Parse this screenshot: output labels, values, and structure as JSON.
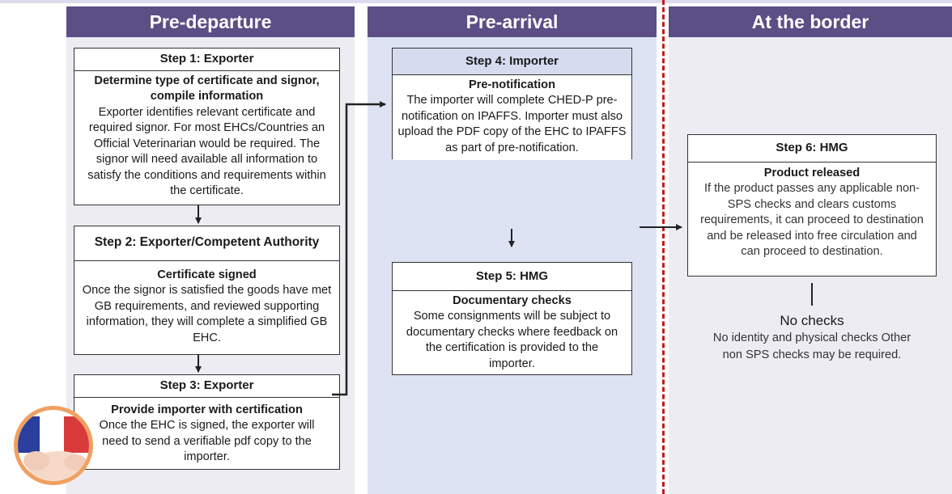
{
  "columns": {
    "pre_departure": "Pre-departure",
    "pre_arrival": "Pre-arrival",
    "at_border": "At the border"
  },
  "steps": {
    "step1": {
      "title": "Step 1: Exporter",
      "subhead": "Determine type of certificate and signor, compile information",
      "text": "Exporter identifies relevant certificate and required signor. For most EHCs/Countries an Official Veterinarian would be required. The signor will need available all information to satisfy the conditions and requirements within the certificate."
    },
    "step2": {
      "title": "Step 2: Exporter/Competent Authority",
      "subhead": "Certificate signed",
      "text": "Once the signor is satisfied the goods have met GB requirements, and reviewed supporting information, they will complete a simplified GB EHC."
    },
    "step3": {
      "title": "Step 3: Exporter",
      "subhead": "Provide importer with certification",
      "text": "Once the EHC is signed, the exporter will need to send a verifiable pdf copy to the importer."
    },
    "step4": {
      "title": "Step 4: Importer",
      "subhead": "Pre-notification",
      "text": "The importer will complete CHED-P pre-notification on IPAFFS. Importer must also upload the PDF copy of the EHC to IPAFFS as part of pre-notification."
    },
    "step5": {
      "title": "Step 5: HMG",
      "subhead": "Documentary checks",
      "text": "Some consignments will be subject to documentary checks where feedback on the certification is provided to the importer."
    },
    "step6": {
      "title": "Step 6: HMG",
      "subhead": "Product released",
      "text": "If the product passes any applicable non-SPS checks and clears customs requirements, it can proceed to destination and be released into free circulation and can proceed to destination."
    }
  },
  "no_checks": {
    "heading": "No checks",
    "text": "No identity and physical checks Other non SPS checks may be required."
  },
  "colors": {
    "header": "#5b4f86",
    "pre_departure_bg": "#ececf2",
    "pre_arrival_bg": "#dde3f3",
    "border_bg": "#ececf2",
    "divider": "#c51b1b",
    "badge_ring": "#f0a060"
  },
  "icons": {
    "origin_badge": "france-flag-chicken-icon"
  }
}
